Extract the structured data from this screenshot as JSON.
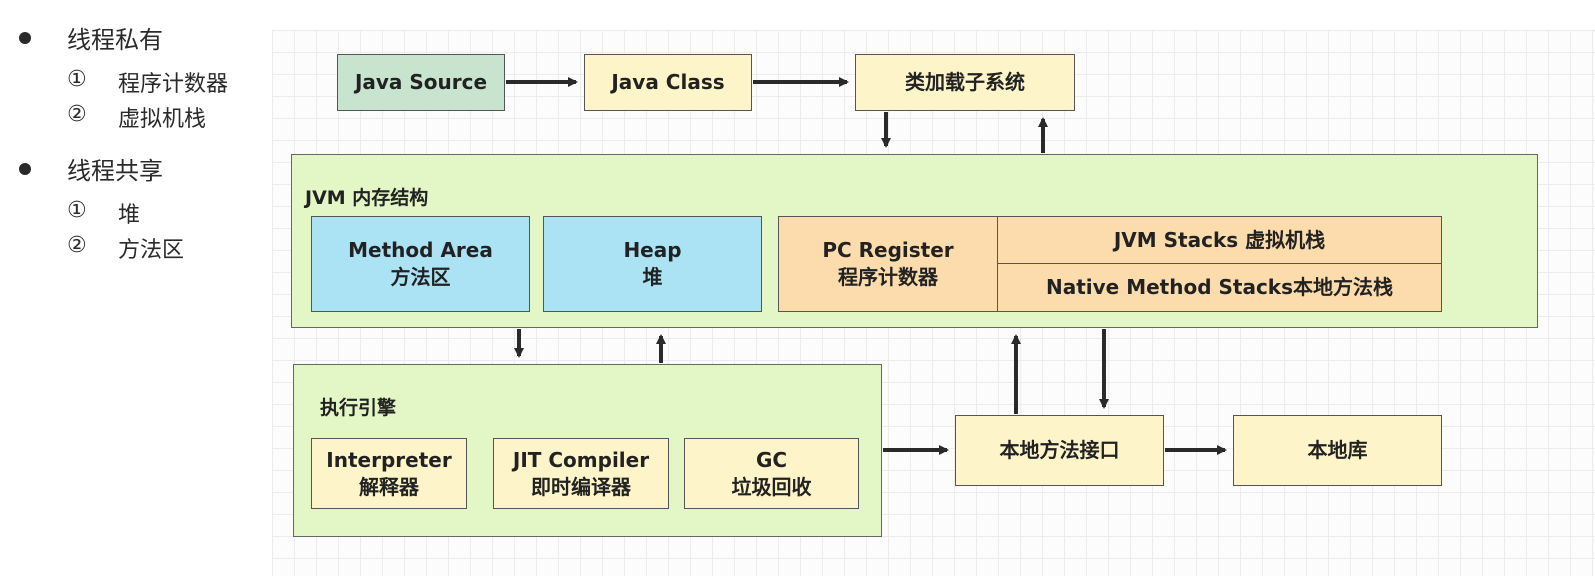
{
  "sidebar": {
    "private": {
      "title": "线程私有",
      "items": [
        {
          "num": "①",
          "label": "程序计数器"
        },
        {
          "num": "②",
          "label": "虚拟机栈"
        }
      ]
    },
    "shared": {
      "title": "线程共享",
      "items": [
        {
          "num": "①",
          "label": "堆"
        },
        {
          "num": "②",
          "label": "方法区"
        }
      ]
    }
  },
  "diagram": {
    "java_source": "Java Source",
    "java_class": "Java Class",
    "class_loader": "类加载子系统",
    "jvm_memory": {
      "title": "JVM 内存结构",
      "method_area": {
        "en": "Method Area",
        "zh": "方法区"
      },
      "heap": {
        "en": "Heap",
        "zh": "堆"
      },
      "pc_register": {
        "en": "PC Register",
        "zh": "程序计数器"
      },
      "jvm_stacks": "JVM Stacks 虚拟机栈",
      "native_stacks": "Native Method Stacks本地方法栈"
    },
    "engine": {
      "title": "执行引擎",
      "interpreter": {
        "en": "Interpreter",
        "zh": "解释器"
      },
      "jit": {
        "en": "JIT Compiler",
        "zh": "即时编译器"
      },
      "gc": {
        "en": "GC",
        "zh": "垃圾回收"
      }
    },
    "native_interface": "本地方法接口",
    "native_library": "本地库"
  },
  "colors": {
    "source": "#c8e4cf",
    "yellow": "#fdf5c9",
    "region_green": "#e3f7c6",
    "blue": "#abe3f5",
    "orange": "#fcdcac",
    "arrow": "#2a2a2a"
  }
}
